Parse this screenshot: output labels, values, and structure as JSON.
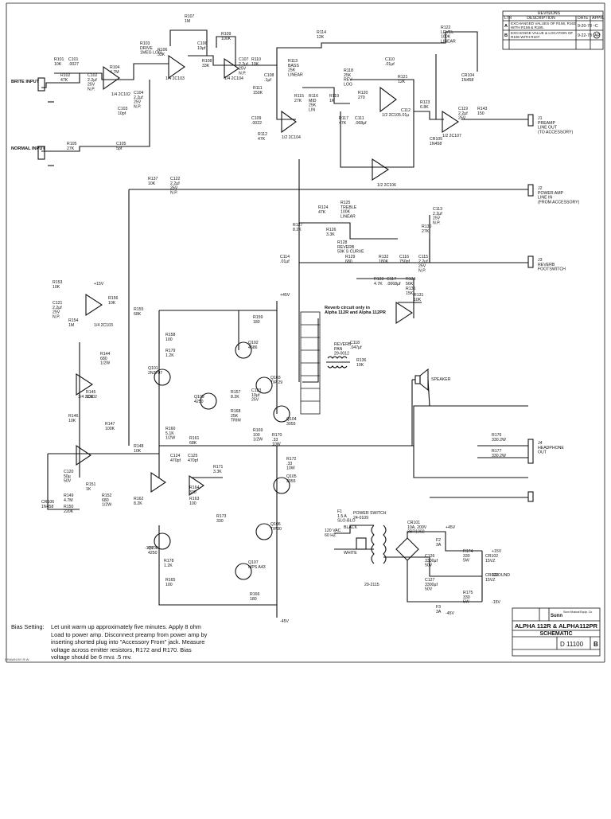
{
  "revisions": {
    "header": "REVISIONS",
    "columns": [
      "LTR",
      "DESCRIPTION",
      "DATE",
      "APPR."
    ],
    "rows": [
      {
        "ltr": "A",
        "description": "EXCHANGED VALUES OF R156, R163 WITH R158 & R165.",
        "date": "9-20-78",
        "appr": "~C"
      },
      {
        "ltr": "B",
        "description": "EXCHANGE VALUE & LOCATION OF R106 WITH R107.",
        "date": "9-22-78",
        "appr": "AP"
      }
    ]
  },
  "title_block": {
    "company": "Sunn",
    "company_sub": "Sunn Musical Equip. Co.",
    "title": "ALPHA 112R & ALPHA112PR",
    "subtitle": "SCHEMATIC",
    "drawing_number": "D 11100",
    "rev": "B"
  },
  "inputs": {
    "brite": "BRITE\nINPUT",
    "normal": "NORMAL\nINPUT"
  },
  "outputs": [
    {
      "id": "J1",
      "label": "PREAMP\nLINE OUT\n(TO ACCESSORY)"
    },
    {
      "id": "J2",
      "label": "POWER AMP\nLINE IN\n(FROM ACCESSORY)"
    },
    {
      "id": "J3",
      "label": "REVERB\nFOOTSWITCH"
    },
    {
      "id": "J4",
      "label": "HEADPHONE\nOUT"
    }
  ],
  "speaker": "SPEAKER",
  "reverb_note": "Reverb circuit only in\nAlpha 112R and Alpha 112PR",
  "components": [
    {
      "ref": "R101",
      "val": "10K"
    },
    {
      "ref": "C101",
      "val": ".0027"
    },
    {
      "ref": "R102",
      "val": "47K"
    },
    {
      "ref": "C102",
      "val": "2.2µf\n25V\nN.P."
    },
    {
      "ref": "R103",
      "val": "DRIVE\n1MEG LOG"
    },
    {
      "ref": "R104",
      "val": "4.7M"
    },
    {
      "ref": "C103",
      "val": "10pf"
    },
    {
      "ref": "C104",
      "val": "2.2µf\n25V\nN.P."
    },
    {
      "ref": "R105",
      "val": "27K"
    },
    {
      "ref": "C105",
      "val": "5pf"
    },
    {
      "ref": "R106",
      "val": "33K"
    },
    {
      "ref": "R107",
      "val": "1M"
    },
    {
      "ref": "C106",
      "val": "10µf"
    },
    {
      "ref": "R108",
      "val": "33K"
    },
    {
      "ref": "R109",
      "val": "100K"
    },
    {
      "ref": "C107",
      "val": "2.2µf\n25V\nN.P."
    },
    {
      "ref": "R110",
      "val": "10K"
    },
    {
      "ref": "R111",
      "val": "150K"
    },
    {
      "ref": "R112",
      "val": "47K"
    },
    {
      "ref": "C108",
      "val": ".1µf"
    },
    {
      "ref": "C109",
      "val": ".0022"
    },
    {
      "ref": "R113",
      "val": "BASS\n25K\nLINEAR"
    },
    {
      "ref": "R114",
      "val": "12K"
    },
    {
      "ref": "R115",
      "val": "27K"
    },
    {
      "ref": "R116",
      "val": "MID\n25K\nLIN"
    },
    {
      "ref": "C110",
      "val": ".01µf"
    },
    {
      "ref": "R117",
      "val": "47K"
    },
    {
      "ref": "R118",
      "val": "25K\nREV\nLOG"
    },
    {
      "ref": "R119",
      "val": "1K"
    },
    {
      "ref": "R120",
      "val": "270"
    },
    {
      "ref": "C111",
      "val": ".068µf"
    },
    {
      "ref": "R121",
      "val": "12K"
    },
    {
      "ref": "C112",
      "val": ".01µ"
    },
    {
      "ref": "R122",
      "val": "LEVEL\n100K\nLINEAR"
    },
    {
      "ref": "R123",
      "val": "6.8K"
    },
    {
      "ref": "C113",
      "val": "2.2µf\n25V\nN.P."
    },
    {
      "ref": "C114",
      "val": ".01µf"
    },
    {
      "ref": "R124",
      "val": "47K"
    },
    {
      "ref": "R125",
      "val": "TREBLE\n100K\nLINEAR"
    },
    {
      "ref": "R126",
      "val": "3.3K"
    },
    {
      "ref": "R127",
      "val": "8.2K"
    },
    {
      "ref": "R128",
      "val": "REVERB\n50K S CURVE"
    },
    {
      "ref": "R129",
      "val": "680"
    },
    {
      "ref": "R130",
      "val": "27K"
    },
    {
      "ref": "R131",
      "val": "10K"
    },
    {
      "ref": "R132",
      "val": "180K"
    },
    {
      "ref": "R133",
      "val": "4.7K"
    },
    {
      "ref": "R134",
      "val": "56K"
    },
    {
      "ref": "R135",
      "val": "15K"
    },
    {
      "ref": "R136",
      "val": "10K"
    },
    {
      "ref": "R137",
      "val": "10K"
    },
    {
      "ref": "C122",
      "val": "2.2µf\n25V\nN.P."
    },
    {
      "ref": "R143",
      "val": "150"
    },
    {
      "ref": "C119",
      "val": "2.2µf\n25V"
    },
    {
      "ref": "CR104",
      "val": "1N458"
    },
    {
      "ref": "CR105",
      "val": "1N458"
    },
    {
      "ref": "R153",
      "val": "10K"
    },
    {
      "ref": "C121",
      "val": "2.2µf\n25V\nN.P."
    },
    {
      "ref": "R154",
      "val": "1M"
    },
    {
      "ref": "R156",
      "val": "10K"
    },
    {
      "ref": "R155",
      "val": "68K"
    },
    {
      "ref": "R144",
      "val": "680\n1/2W"
    },
    {
      "ref": "R145",
      "val": "10K"
    },
    {
      "ref": "R146",
      "val": "10K"
    },
    {
      "ref": "R147",
      "val": "100K"
    },
    {
      "ref": "R148",
      "val": "10K"
    },
    {
      "ref": "C120",
      "val": "50µ\n50V"
    },
    {
      "ref": "R149",
      "val": "4.7M"
    },
    {
      "ref": "R150",
      "val": "220K"
    },
    {
      "ref": "R151",
      "val": "1K"
    },
    {
      "ref": "R152",
      "val": "680\n1/2W"
    },
    {
      "ref": "CR106",
      "val": "1N458"
    },
    {
      "ref": "R158",
      "val": "100"
    },
    {
      "ref": "R159",
      "val": "180"
    },
    {
      "ref": "R179",
      "val": "1.2K"
    },
    {
      "ref": "R157",
      "val": "8.2K"
    },
    {
      "ref": "R168",
      "val": "25K\nTRIM"
    },
    {
      "ref": "C123",
      "val": "10µf\n25V"
    },
    {
      "ref": "R160",
      "val": "5.1K\n1/2W"
    },
    {
      "ref": "R161",
      "val": "68K"
    },
    {
      "ref": "C125",
      "val": "470pf"
    },
    {
      "ref": "C124",
      "val": "470pf"
    },
    {
      "ref": "R169",
      "val": "100\n1/2W"
    },
    {
      "ref": "R170",
      "val": ".33\n10W"
    },
    {
      "ref": "R171",
      "val": "3.3K"
    },
    {
      "ref": "R172",
      "val": ".33\n10W"
    },
    {
      "ref": "R162",
      "val": "8.2K"
    },
    {
      "ref": "R164",
      "val": "330"
    },
    {
      "ref": "R163",
      "val": "100"
    },
    {
      "ref": "R173",
      "val": "330"
    },
    {
      "ref": "R178",
      "val": "1.2K"
    },
    {
      "ref": "R165",
      "val": "100"
    },
    {
      "ref": "R166",
      "val": "180"
    },
    {
      "ref": "R176",
      "val": "330.2W"
    },
    {
      "ref": "R177",
      "val": "330.2W"
    },
    {
      "ref": "Q101",
      "val": "2N3707"
    },
    {
      "ref": "Q102",
      "val": "4686"
    },
    {
      "ref": "Q103",
      "val": "TIP 29"
    },
    {
      "ref": "Q104",
      "val": "3055"
    },
    {
      "ref": "Q105",
      "val": "2955"
    },
    {
      "ref": "Q106",
      "val": "TIP30"
    },
    {
      "ref": "Q107",
      "val": "MPS A43"
    },
    {
      "ref": "Q108",
      "val": "4250"
    },
    {
      "ref": "Q109",
      "val": "4250"
    },
    {
      "ref": "C116",
      "val": "750pf"
    },
    {
      "ref": "C117",
      "val": ".0068µf"
    },
    {
      "ref": "C118",
      "val": ".047µf"
    },
    {
      "ref": "C115",
      "val": "2.2µf\n25V\nN.P."
    },
    {
      "ref": "CR101",
      "val": "10A, 200V\n3BR1002"
    },
    {
      "ref": "C126",
      "val": "3300µf\n50V"
    },
    {
      "ref": "C127",
      "val": "3300µf\n50V"
    },
    {
      "ref": "R174",
      "val": "330\n5W"
    },
    {
      "ref": "R175",
      "val": "330\n5W"
    },
    {
      "ref": "CR102",
      "val": "15VZ"
    },
    {
      "ref": "CR103",
      "val": "15VZ"
    }
  ],
  "ic_labels": [
    "1/4 2C102",
    "1/4 2C103",
    "1/4 2C104",
    "1/2 2C104",
    "1/2 2C105",
    "1/2 2C106",
    "1/2 2C107",
    "1/4 2C103",
    "1/4 2C102"
  ],
  "power": {
    "mains": "120 VAC\n60 HZ",
    "switch": "POWER SWITCH\n24-0109",
    "fuse": "F1\n1.5 A\nSLO-BLO",
    "wires": [
      "BLACK",
      "WHITE"
    ],
    "transformer": "29-2115",
    "f2": "F2\n3A",
    "f3": "F3\n3A",
    "plus_rail": "+45V",
    "minus_rail": "-45V",
    "plus15": "+15V",
    "minus15": "-15V",
    "ground": "GROUND"
  },
  "reverb_pan": "REVERB\nPAN\n29-0012",
  "rails": {
    "top": "+45V",
    "bottom": "-45V",
    "v15p": "+15V",
    "v15n": "-15V"
  },
  "bias_note": {
    "title": "Bias Setting:",
    "text": "Let unit warm up approximately five minutes.  Apply 8 ohm\nLoad to power amp.  Disconnect preamp from power amp by\ninserting shorted plug into \"Accessory From\" jack.  Measure\nvoltage across emitter resistors, R172 and R170.  Bias\nvoltage should be 6 mv± .5 mv."
  },
  "footer_mark": "DRAWN BY R.W."
}
